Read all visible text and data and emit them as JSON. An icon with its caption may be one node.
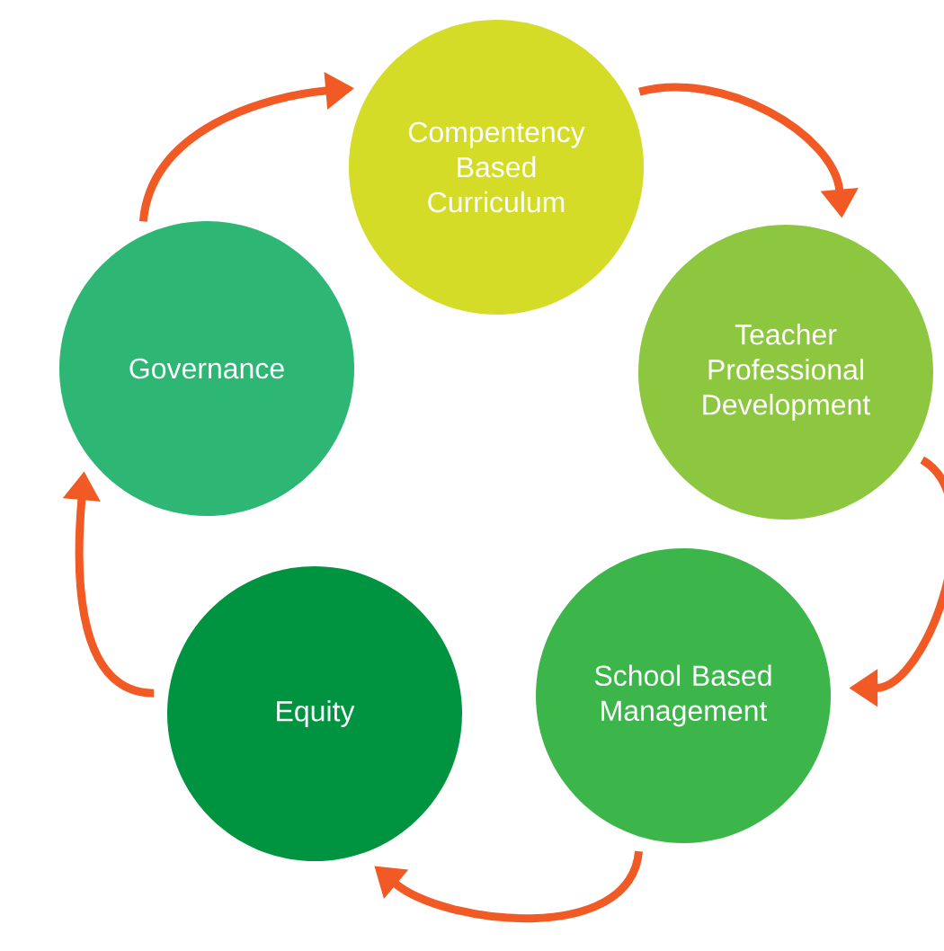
{
  "diagram": {
    "nodes": [
      {
        "text": [
          "Compentency Based Curriculum"
        ]
      },
      {
        "text": [
          "Teacher Professional Development"
        ]
      },
      {
        "text": [
          "School Based Management"
        ]
      },
      {
        "text": [
          "Equity"
        ]
      },
      {
        "text": [
          "Governance"
        ]
      }
    ],
    "edges": [
      {
        "from": 0,
        "to": 1,
        "arrow": "to"
      },
      {
        "from": 1,
        "to": 2,
        "arrow": "to"
      },
      {
        "from": 2,
        "to": 3,
        "arrow": "to"
      },
      {
        "from": 3,
        "to": 4,
        "arrow": "to"
      },
      {
        "from": 4,
        "to": 0,
        "arrow": "to"
      }
    ]
  }
}
